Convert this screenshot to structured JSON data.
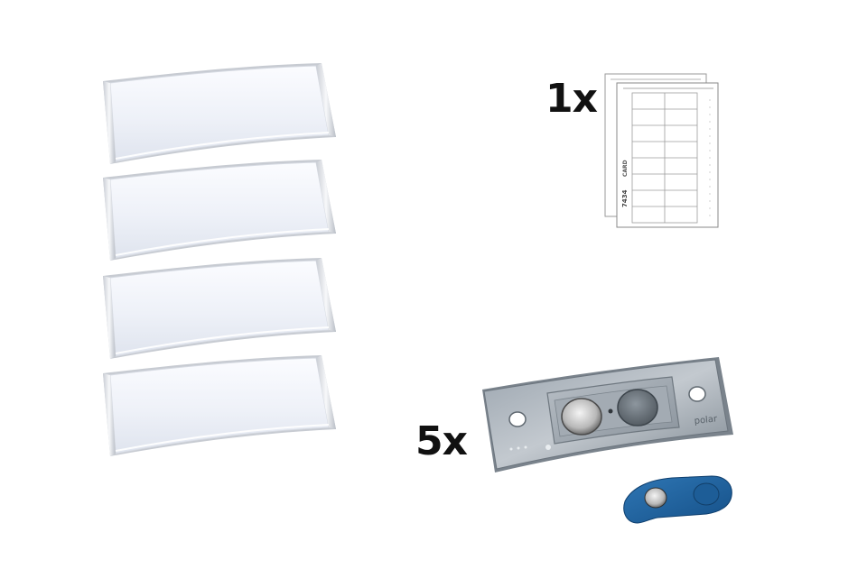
{
  "sheet_quantity": "1x",
  "magnet_quantity": "5x",
  "sheet_code": "7434",
  "sheet_brand": "CARD",
  "magnet_brand": "polar"
}
